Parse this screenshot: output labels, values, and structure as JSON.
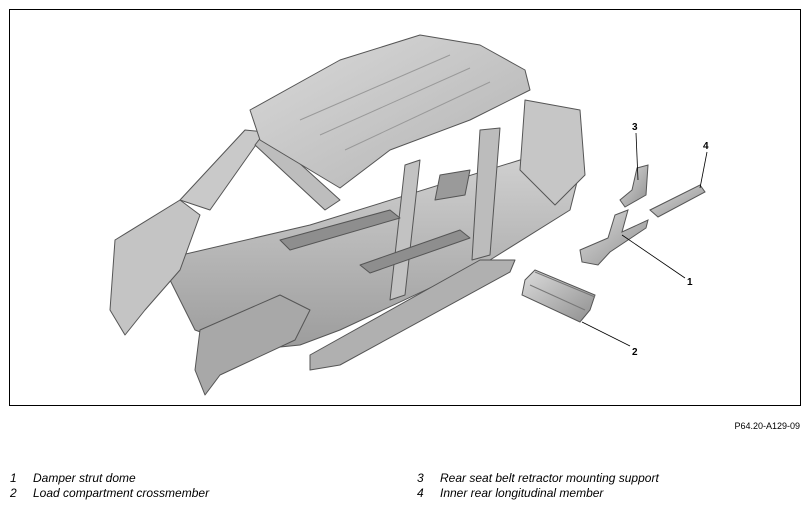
{
  "figure": {
    "reference": "P64.20-A129-09",
    "callouts": [
      "1",
      "2",
      "3",
      "4"
    ]
  },
  "legend": [
    {
      "number": "1",
      "text": "Damper strut dome"
    },
    {
      "number": "2",
      "text": "Load compartment crossmember"
    },
    {
      "number": "3",
      "text": "Rear seat belt retractor mounting support"
    },
    {
      "number": "4",
      "text": "Inner rear longitudinal member"
    }
  ]
}
